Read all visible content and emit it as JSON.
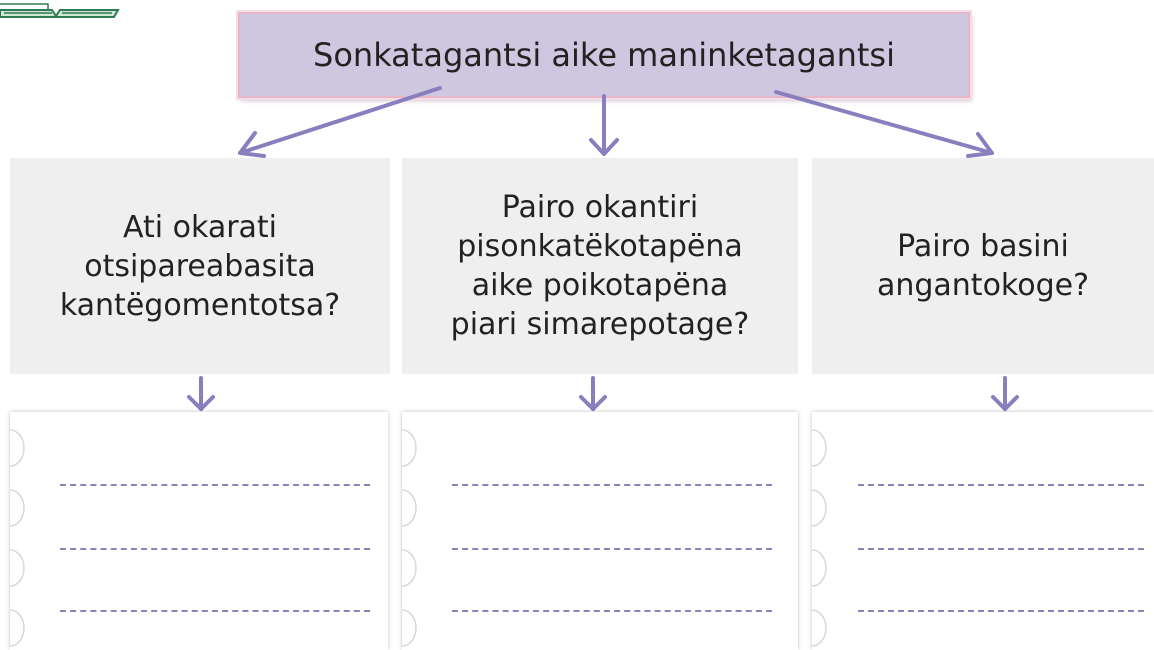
{
  "title": "Sonkatagantsi aike maninketagantsi",
  "questions": [
    {
      "lines": [
        "Ati okarati",
        "otsipareabasita",
        "kantëgomentotsa?"
      ]
    },
    {
      "lines": [
        "Pairo okantiri",
        "pisonkatëkotapëna",
        "aike poikotapëna",
        "piari simarepotage?"
      ]
    },
    {
      "lines": [
        "Pairo basini",
        "angantokoge?"
      ]
    }
  ],
  "colors": {
    "arrow": "#8880be",
    "title_fill": "#cfc7e0",
    "title_border": "#e6b7c8",
    "question_fill": "#efefef",
    "dash": "#8a82b8"
  },
  "icons": [
    "book-icon",
    "arrow-icon"
  ]
}
